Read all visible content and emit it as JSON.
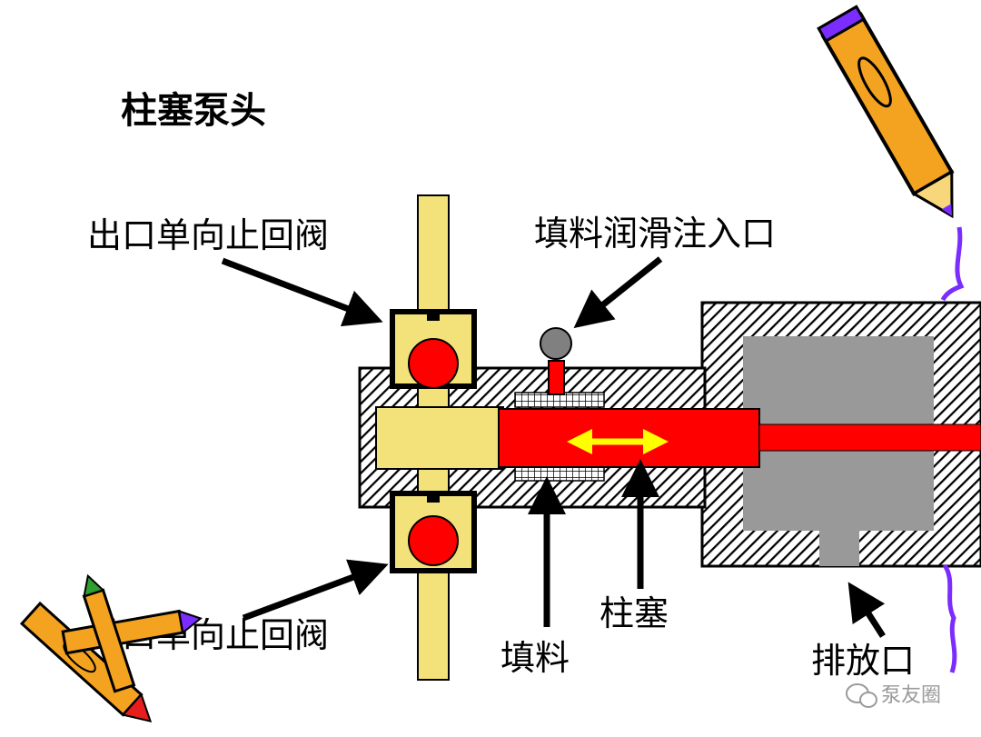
{
  "title": "柱塞泵头",
  "labels": {
    "outlet_valve": "出口单向止回阀",
    "inlet_valve": "进口单向止回阀",
    "lube_inlet": "填料润滑注入口",
    "plunger": "柱塞",
    "packing": "填料",
    "drain": "排放口"
  },
  "watermark": "泵友圈",
  "colors": {
    "plunger": "#ff0000",
    "valve_body": "#f3e27a",
    "ball": "#ff0000",
    "arrow": "#ffff00",
    "crank_case": "#999999",
    "hatch_line": "#000000",
    "decor_line": "#7b2cff"
  },
  "icons": [
    "pencil-icon",
    "crayon-icon",
    "wechat-icon"
  ]
}
